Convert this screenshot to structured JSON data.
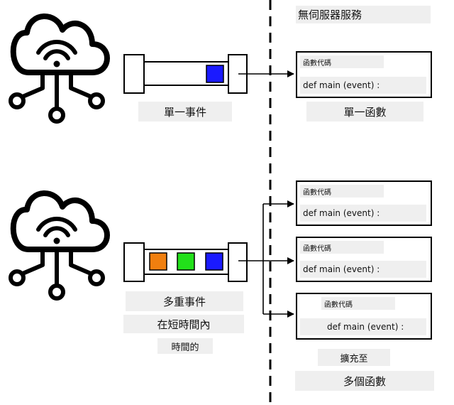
{
  "header": {
    "serverless_title": "無伺服器服務"
  },
  "top_row": {
    "event_label": "單一事件",
    "function_label": "單一函數",
    "function_box": {
      "title": "函數代碼",
      "code": "def main (event) :"
    },
    "event_colors": [
      "#1a1aff"
    ]
  },
  "bottom_row": {
    "event_label_line1": "多重事件",
    "event_label_line2": "在短時間內",
    "event_label_line3": "時間的",
    "scale_label": "擴充至",
    "functions_label": "多個函數",
    "event_colors": [
      "#f07f0f",
      "#22e01a",
      "#1a1aff"
    ],
    "function_boxes": [
      {
        "title": "函數代碼",
        "code": "def main (event) :"
      },
      {
        "title": "函數代碼",
        "code": "def main (event) :"
      },
      {
        "title": "函數代碼",
        "code": "def main (event) :"
      }
    ]
  }
}
